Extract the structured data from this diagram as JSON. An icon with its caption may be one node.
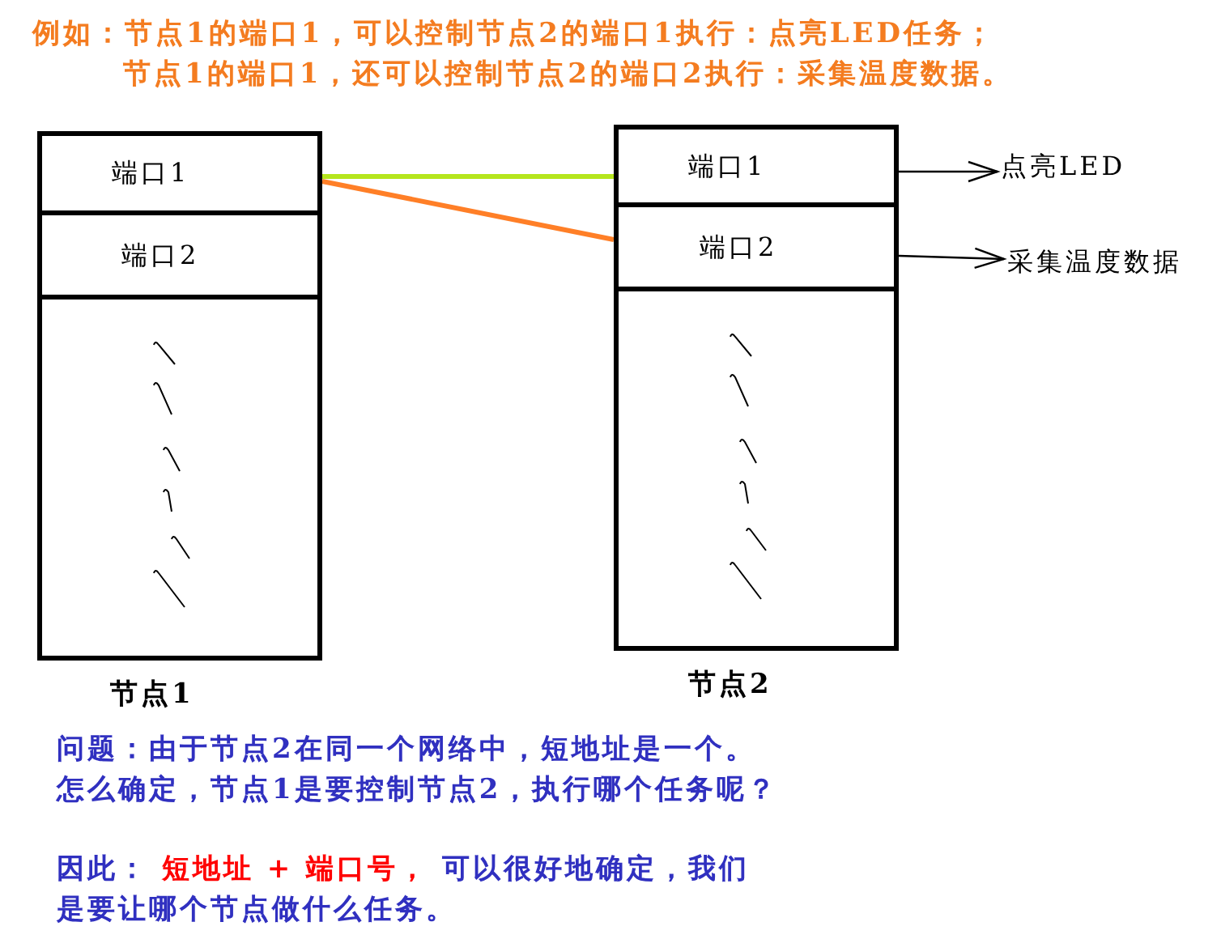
{
  "diagram": {
    "nodes": [
      {
        "text": [
          "节点1"
        ]
      },
      {
        "text": [
          "端口1"
        ],
        "in": 0
      },
      {
        "text": [
          "端口2"
        ],
        "in": 0
      },
      {
        "text": [
          "节点2"
        ]
      },
      {
        "text": [
          "端口1"
        ],
        "in": 3
      },
      {
        "text": [
          "端口2"
        ],
        "in": 3
      },
      {
        "text": [
          "点亮LED"
        ]
      },
      {
        "text": [
          "采集温度数据"
        ]
      }
    ],
    "edges": [
      {
        "from": 1,
        "to": 4,
        "arrow": "none",
        "style": "thick",
        "color": "#b5e61d"
      },
      {
        "from": 1,
        "to": 5,
        "arrow": "none",
        "style": "thick",
        "color": "#ff7f27"
      },
      {
        "from": 4,
        "to": 6,
        "arrow": "to"
      },
      {
        "from": 5,
        "to": 7,
        "arrow": "to"
      }
    ],
    "labels": [
      "例如：节点1的端口1，可以控制节点2的端口1执行：点亮LED任务；",
      "节点1的端口1，还可以控制节点2的端口2执行：采集温度数据。",
      "问题：由于节点2在同一个网络中，短地址是一个。",
      "怎么确定，节点1是要控制节点2，执行哪个任务呢？",
      "因此： **短地址 + 端口号，** 可以很好地确定，我们是要让哪个节点做什么任务。"
    ]
  }
}
